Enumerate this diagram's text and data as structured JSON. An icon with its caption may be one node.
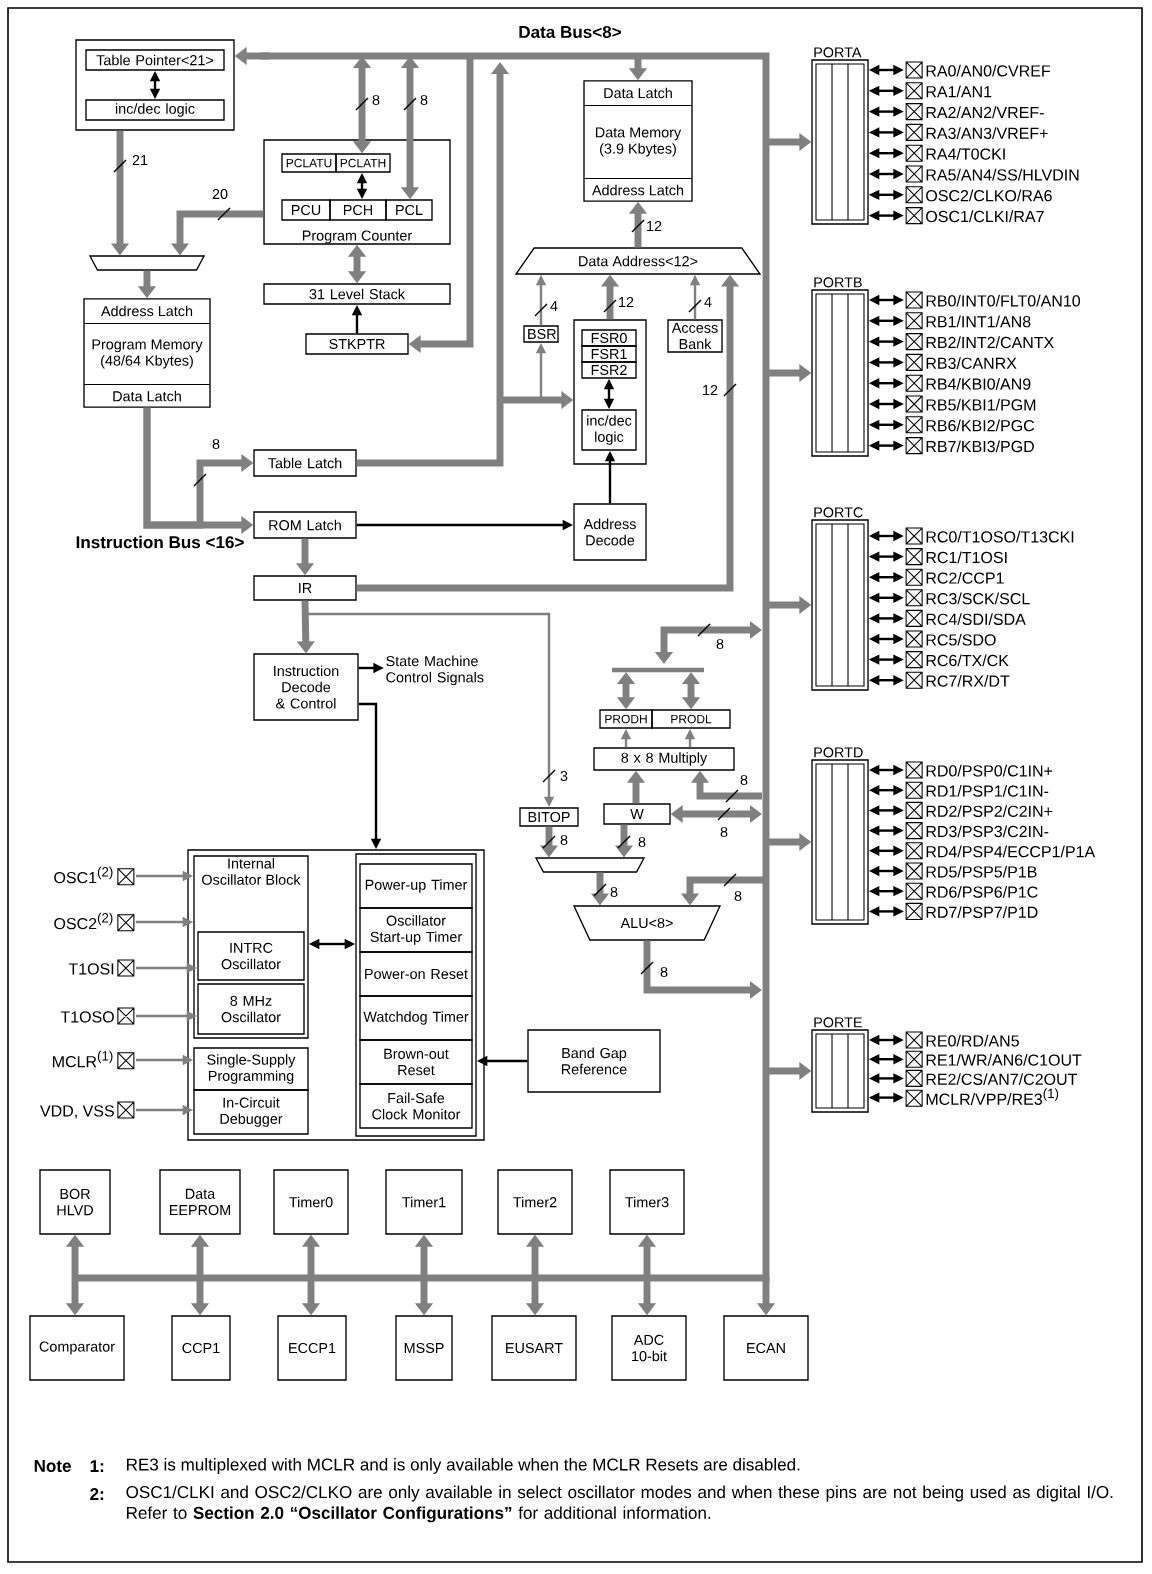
{
  "diagram": {
    "nodes": [
      {
        "text": [],
        "shape": "box"
      },
      {
        "text": [
          "Table Pointer<21>"
        ],
        "in": 0
      },
      {
        "text": [
          "inc/dec logic"
        ],
        "in": 0
      },
      {
        "text": [],
        "shape": "trapezoid"
      },
      {
        "text": [
          "Address Latch",
          "Program Memory (48/64 Kbytes)",
          "Data Latch"
        ]
      },
      {
        "text": [
          "Program Counter"
        ]
      },
      {
        "text": [
          "PCLATU"
        ],
        "in": 5
      },
      {
        "text": [
          "PCLATH"
        ],
        "in": 5
      },
      {
        "text": [
          "PCU"
        ],
        "in": 5
      },
      {
        "text": [
          "PCH"
        ],
        "in": 5
      },
      {
        "text": [
          "PCL"
        ],
        "in": 5
      },
      {
        "text": [
          "31 Level Stack"
        ]
      },
      {
        "text": [
          "STKPTR"
        ]
      },
      {
        "text": [
          "Data Latch",
          "Data Memory (3.9 Kbytes)",
          "Address Latch"
        ]
      },
      {
        "text": [
          "Data Address<12>"
        ]
      },
      {
        "text": [
          "BSR"
        ]
      },
      {
        "text": [],
        "shape": "box"
      },
      {
        "text": [
          "FSR0"
        ],
        "in": 16
      },
      {
        "text": [
          "FSR1"
        ],
        "in": 16
      },
      {
        "text": [
          "FSR2"
        ],
        "in": 16
      },
      {
        "text": [
          "inc/dec logic"
        ],
        "in": 16
      },
      {
        "text": [
          "Access Bank"
        ]
      },
      {
        "text": [
          "Table Latch"
        ]
      },
      {
        "text": [
          "ROM Latch"
        ]
      },
      {
        "text": [
          "Address Decode"
        ]
      },
      {
        "text": [
          "IR"
        ]
      },
      {
        "text": [
          "Instruction Decode & Control"
        ]
      },
      {
        "text": [
          "State Machine Control Signals"
        ]
      },
      {
        "text": [
          "PRODH"
        ]
      },
      {
        "text": [
          "PRODL"
        ]
      },
      {
        "text": [
          "8 x 8 Multiply"
        ]
      },
      {
        "text": [
          "BITOP"
        ]
      },
      {
        "text": [
          "W"
        ]
      },
      {
        "text": [],
        "shape": "trapezoid"
      },
      {
        "text": [
          "ALU<8>"
        ]
      },
      {
        "text": [],
        "shape": "box"
      },
      {
        "text": [
          "Internal Oscillator Block"
        ],
        "in": 35
      },
      {
        "text": [
          "INTRC Oscillator"
        ],
        "in": 36
      },
      {
        "text": [
          "8 MHz Oscillator"
        ],
        "in": 36
      },
      {
        "text": [
          "Single-Supply Programming"
        ],
        "in": 35
      },
      {
        "text": [
          "In-Circuit Debugger"
        ],
        "in": 35
      },
      {
        "text": [],
        "shape": "box",
        "in": 35
      },
      {
        "text": [
          "Power-up Timer"
        ],
        "in": 41
      },
      {
        "text": [
          "Oscillator Start-up Timer"
        ],
        "in": 41
      },
      {
        "text": [
          "Power-on Reset"
        ],
        "in": 41
      },
      {
        "text": [
          "Watchdog Timer"
        ],
        "in": 41
      },
      {
        "text": [
          "Brown-out Reset"
        ],
        "in": 41
      },
      {
        "text": [
          "Fail-Safe Clock Monitor"
        ],
        "in": 41
      },
      {
        "text": [
          "Band Gap Reference"
        ]
      },
      {
        "text": [
          "OSC1$^{(2)}$"
        ]
      },
      {
        "text": [
          "OSC2$^{(2)}$"
        ]
      },
      {
        "text": [
          "T1OSI"
        ]
      },
      {
        "text": [
          "T1OSO"
        ]
      },
      {
        "text": [
          "MCLR$^{(1)}$"
        ]
      },
      {
        "text": [
          "VDD, VSS"
        ]
      },
      {
        "text": [
          "BOR HLVD"
        ]
      },
      {
        "text": [
          "Data EEPROM"
        ]
      },
      {
        "text": [
          "Timer0"
        ]
      },
      {
        "text": [
          "Timer1"
        ]
      },
      {
        "text": [
          "Timer2"
        ]
      },
      {
        "text": [
          "Timer3"
        ]
      },
      {
        "text": [
          "Comparator"
        ]
      },
      {
        "text": [
          "CCP1"
        ]
      },
      {
        "text": [
          "ECCP1"
        ]
      },
      {
        "text": [
          "MSSP"
        ]
      },
      {
        "text": [
          "EUSART"
        ]
      },
      {
        "text": [
          "ADC 10-bit"
        ]
      },
      {
        "text": [
          "ECAN"
        ]
      },
      {
        "text": [
          "PORTA"
        ]
      },
      {
        "text": [
          "RA0/AN0/CVREF"
        ]
      },
      {
        "text": [
          "RA1/AN1"
        ]
      },
      {
        "text": [
          "RA2/AN2/VREF-"
        ]
      },
      {
        "text": [
          "RA3/AN3/VREF+"
        ]
      },
      {
        "text": [
          "RA4/T0CKI"
        ]
      },
      {
        "text": [
          "RA5/AN4/SS/HLVDIN"
        ]
      },
      {
        "text": [
          "OSC2/CLKO/RA6"
        ]
      },
      {
        "text": [
          "OSC1/CLKI/RA7"
        ]
      },
      {
        "text": [
          "PORTB"
        ]
      },
      {
        "text": [
          "RB0/INT0/FLT0/AN10"
        ]
      },
      {
        "text": [
          "RB1/INT1/AN8"
        ]
      },
      {
        "text": [
          "RB2/INT2/CANTX"
        ]
      },
      {
        "text": [
          "RB3/CANRX"
        ]
      },
      {
        "text": [
          "RB4/KBI0/AN9"
        ]
      },
      {
        "text": [
          "RB5/KBI1/PGM"
        ]
      },
      {
        "text": [
          "RB6/KBI2/PGC"
        ]
      },
      {
        "text": [
          "RB7/KBI3/PGD"
        ]
      },
      {
        "text": [
          "PORTC"
        ]
      },
      {
        "text": [
          "RC0/T1OSO/T13CKI"
        ]
      },
      {
        "text": [
          "RC1/T1OSI"
        ]
      },
      {
        "text": [
          "RC2/CCP1"
        ]
      },
      {
        "text": [
          "RC3/SCK/SCL"
        ]
      },
      {
        "text": [
          "RC4/SDI/SDA"
        ]
      },
      {
        "text": [
          "RC5/SDO"
        ]
      },
      {
        "text": [
          "RC6/TX/CK"
        ]
      },
      {
        "text": [
          "RC7/RX/DT"
        ]
      },
      {
        "text": [
          "PORTD"
        ]
      },
      {
        "text": [
          "RD0/PSP0/C1IN+"
        ]
      },
      {
        "text": [
          "RD1/PSP1/C1IN-"
        ]
      },
      {
        "text": [
          "RD2/PSP2/C2IN+"
        ]
      },
      {
        "text": [
          "RD3/PSP3/C2IN-"
        ]
      },
      {
        "text": [
          "RD4/PSP4/ECCP1/P1A"
        ]
      },
      {
        "text": [
          "RD5/PSP5/P1B"
        ]
      },
      {
        "text": [
          "RD6/PSP6/P1C"
        ]
      },
      {
        "text": [
          "RD7/PSP7/P1D"
        ]
      },
      {
        "text": [
          "PORTE"
        ]
      },
      {
        "text": [
          "RE0/RD/AN5"
        ]
      },
      {
        "text": [
          "RE1/WR/AN6/C1OUT"
        ]
      },
      {
        "text": [
          "RE2/CS/AN7/C2OUT"
        ]
      },
      {
        "text": [
          "MCLR/VPP/RE3$^{(1)}$"
        ]
      }
    ],
    "edges": [
      {
        "from": null,
        "to": 0,
        "arrow": "to",
        "style": "thick",
        "color": "#808080"
      },
      {
        "from": 0,
        "to": 3,
        "arrow": "to",
        "label": "21",
        "style": "thick",
        "color": "#808080"
      },
      {
        "from": 5,
        "to": 3,
        "arrow": "to",
        "label": "20",
        "style": "thick",
        "color": "#808080"
      },
      {
        "from": 3,
        "to": 4,
        "arrow": "to",
        "style": "thick",
        "color": "#808080"
      },
      {
        "from": 1,
        "to": 2,
        "arrow": "both",
        "color": "#000000"
      },
      {
        "from": null,
        "to": 7,
        "arrow": "both",
        "label": "8",
        "style": "thick",
        "color": "#808080"
      },
      {
        "from": null,
        "to": 10,
        "arrow": "both",
        "label": "8",
        "style": "thick",
        "color": "#808080"
      },
      {
        "from": 7,
        "to": 9,
        "arrow": "both",
        "color": "#000000"
      },
      {
        "from": 5,
        "to": 11,
        "arrow": "both",
        "style": "thick",
        "color": "#808080"
      },
      {
        "from": 12,
        "to": 11,
        "arrow": "to",
        "color": "#000000"
      },
      {
        "from": null,
        "to": 12,
        "arrow": "to",
        "style": "thick",
        "color": "#808080"
      },
      {
        "from": 22,
        "to": null,
        "arrow": "to",
        "style": "thick",
        "color": "#808080"
      },
      {
        "from": null,
        "to": 16,
        "arrow": "to",
        "style": "thick",
        "color": "#808080"
      },
      {
        "from": null,
        "to": 15,
        "arrow": "to",
        "color": "#808080"
      },
      {
        "from": 15,
        "to": 14,
        "arrow": "to",
        "label": "4",
        "color": "#808080"
      },
      {
        "from": 16,
        "to": 14,
        "arrow": "to",
        "label": "12",
        "style": "thick",
        "color": "#808080"
      },
      {
        "from": 21,
        "to": 14,
        "arrow": "to",
        "label": "4",
        "color": "#808080"
      },
      {
        "from": 19,
        "to": 20,
        "arrow": "both",
        "color": "#000000"
      },
      {
        "from": 24,
        "to": 20,
        "arrow": "to",
        "color": "#000000"
      },
      {
        "from": 23,
        "to": 24,
        "arrow": "to",
        "color": "#000000"
      },
      {
        "from": 14,
        "to": 13,
        "arrow": "to",
        "label": "12",
        "style": "thick",
        "color": "#808080"
      },
      {
        "from": null,
        "to": 13,
        "arrow": "to",
        "style": "thick",
        "color": "#808080"
      },
      {
        "from": 25,
        "to": 14,
        "arrow": "to",
        "label": "12",
        "style": "thick",
        "color": "#808080"
      },
      {
        "from": 4,
        "to": 23,
        "arrow": "to",
        "style": "thick",
        "color": "#808080"
      },
      {
        "from": 4,
        "to": 22,
        "arrow": "to",
        "label": "8",
        "style": "thick",
        "color": "#808080"
      },
      {
        "from": 23,
        "to": 25,
        "arrow": "to",
        "style": "thick",
        "color": "#808080"
      },
      {
        "from": 25,
        "to": 26,
        "arrow": "to",
        "style": "thick",
        "color": "#808080"
      },
      {
        "from": 26,
        "to": 27,
        "arrow": "to",
        "color": "#000000"
      },
      {
        "from": 26,
        "to": 35,
        "arrow": "to",
        "color": "#000000"
      },
      {
        "from": 25,
        "to": 31,
        "arrow": "to",
        "label": "3",
        "color": "#808080"
      },
      {
        "from": 31,
        "to": 33,
        "arrow": "to",
        "label": "8",
        "style": "thick",
        "color": "#808080"
      },
      {
        "from": 32,
        "to": 33,
        "arrow": "to",
        "label": "8",
        "style": "thick",
        "color": "#808080"
      },
      {
        "from": 33,
        "to": 34,
        "arrow": "to",
        "label": "8",
        "style": "thick",
        "color": "#808080"
      },
      {
        "from": null,
        "to": 34,
        "arrow": "to",
        "label": "8",
        "style": "thick",
        "color": "#808080"
      },
      {
        "from": 34,
        "to": null,
        "arrow": "to",
        "label": "8",
        "style": "thick",
        "color": "#808080"
      },
      {
        "from": 32,
        "to": null,
        "arrow": "both",
        "label": "8",
        "style": "thick",
        "color": "#808080"
      },
      {
        "from": null,
        "to": 30,
        "arrow": "to",
        "label": "8",
        "style": "thick",
        "color": "#808080"
      },
      {
        "from": 32,
        "to": 30,
        "arrow": "to",
        "style": "thick",
        "color": "#808080"
      },
      {
        "from": 30,
        "to": 28,
        "arrow": "to",
        "color": "#808080"
      },
      {
        "from": 30,
        "to": 29,
        "arrow": "to",
        "color": "#808080"
      },
      {
        "from": 28,
        "to": null,
        "arrow": "both",
        "style": "thick",
        "color": "#808080"
      },
      {
        "from": 29,
        "to": null,
        "arrow": "both",
        "style": "thick",
        "color": "#808080"
      },
      {
        "from": null,
        "to": 68,
        "arrow": "to",
        "style": "thick",
        "color": "#808080"
      },
      {
        "from": null,
        "to": 77,
        "arrow": "to",
        "style": "thick",
        "color": "#808080"
      },
      {
        "from": null,
        "to": 86,
        "arrow": "to",
        "style": "thick",
        "color": "#808080"
      },
      {
        "from": null,
        "to": 95,
        "arrow": "to",
        "style": "thick",
        "color": "#808080"
      },
      {
        "from": null,
        "to": 104,
        "arrow": "to",
        "style": "thick",
        "color": "#808080"
      },
      {
        "from": 68,
        "to": 69,
        "arrow": "both",
        "color": "#000000"
      },
      {
        "from": 68,
        "to": 70,
        "arrow": "both",
        "color": "#000000"
      },
      {
        "from": 68,
        "to": 71,
        "arrow": "both",
        "color": "#000000"
      },
      {
        "from": 68,
        "to": 72,
        "arrow": "both",
        "color": "#000000"
      },
      {
        "from": 68,
        "to": 73,
        "arrow": "both",
        "color": "#000000"
      },
      {
        "from": 68,
        "to": 74,
        "arrow": "both",
        "color": "#000000"
      },
      {
        "from": 68,
        "to": 75,
        "arrow": "both",
        "color": "#000000"
      },
      {
        "from": 68,
        "to": 76,
        "arrow": "both",
        "color": "#000000"
      },
      {
        "from": 77,
        "to": 78,
        "arrow": "both",
        "color": "#000000"
      },
      {
        "from": 77,
        "to": 79,
        "arrow": "both",
        "color": "#000000"
      },
      {
        "from": 77,
        "to": 80,
        "arrow": "both",
        "color": "#000000"
      },
      {
        "from": 77,
        "to": 81,
        "arrow": "both",
        "color": "#000000"
      },
      {
        "from": 77,
        "to": 82,
        "arrow": "both",
        "color": "#000000"
      },
      {
        "from": 77,
        "to": 83,
        "arrow": "both",
        "color": "#000000"
      },
      {
        "from": 77,
        "to": 84,
        "arrow": "both",
        "color": "#000000"
      },
      {
        "from": 77,
        "to": 85,
        "arrow": "both",
        "color": "#000000"
      },
      {
        "from": 86,
        "to": 87,
        "arrow": "both",
        "color": "#000000"
      },
      {
        "from": 86,
        "to": 88,
        "arrow": "both",
        "color": "#000000"
      },
      {
        "from": 86,
        "to": 89,
        "arrow": "both",
        "color": "#000000"
      },
      {
        "from": 86,
        "to": 90,
        "arrow": "both",
        "color": "#000000"
      },
      {
        "from": 86,
        "to": 91,
        "arrow": "both",
        "color": "#000000"
      },
      {
        "from": 86,
        "to": 92,
        "arrow": "both",
        "color": "#000000"
      },
      {
        "from": 86,
        "to": 93,
        "arrow": "both",
        "color": "#000000"
      },
      {
        "from": 86,
        "to": 94,
        "arrow": "both",
        "color": "#000000"
      },
      {
        "from": 95,
        "to": 96,
        "arrow": "both",
        "color": "#000000"
      },
      {
        "from": 95,
        "to": 97,
        "arrow": "both",
        "color": "#000000"
      },
      {
        "from": 95,
        "to": 98,
        "arrow": "both",
        "color": "#000000"
      },
      {
        "from": 95,
        "to": 99,
        "arrow": "both",
        "color": "#000000"
      },
      {
        "from": 95,
        "to": 100,
        "arrow": "both",
        "color": "#000000"
      },
      {
        "from": 95,
        "to": 101,
        "arrow": "both",
        "color": "#000000"
      },
      {
        "from": 95,
        "to": 102,
        "arrow": "both",
        "color": "#000000"
      },
      {
        "from": 95,
        "to": 103,
        "arrow": "both",
        "color": "#000000"
      },
      {
        "from": 104,
        "to": 105,
        "arrow": "both",
        "color": "#000000"
      },
      {
        "from": 104,
        "to": 106,
        "arrow": "both",
        "color": "#000000"
      },
      {
        "from": 104,
        "to": 107,
        "arrow": "both",
        "color": "#000000"
      },
      {
        "from": 104,
        "to": 108,
        "arrow": "both",
        "color": "#000000"
      },
      {
        "from": 49,
        "to": 36,
        "arrow": "to",
        "color": "#808080"
      },
      {
        "from": 50,
        "to": 36,
        "arrow": "to",
        "color": "#808080"
      },
      {
        "from": 51,
        "to": 37,
        "arrow": "to",
        "color": "#808080"
      },
      {
        "from": 52,
        "to": 38,
        "arrow": "to",
        "color": "#808080"
      },
      {
        "from": 53,
        "to": 39,
        "arrow": "to",
        "color": "#808080"
      },
      {
        "from": 54,
        "to": 40,
        "arrow": "to",
        "color": "#808080"
      },
      {
        "from": 36,
        "to": 41,
        "arrow": "both",
        "color": "#000000"
      },
      {
        "from": 48,
        "to": 41,
        "arrow": "to",
        "color": "#000000"
      },
      {
        "from": 55,
        "to": 61,
        "arrow": "both",
        "style": "thick",
        "color": "#808080"
      },
      {
        "from": 56,
        "to": 62,
        "arrow": "both",
        "style": "thick",
        "color": "#808080"
      },
      {
        "from": 57,
        "to": 63,
        "arrow": "both",
        "style": "thick",
        "color": "#808080"
      },
      {
        "from": 58,
        "to": 64,
        "arrow": "both",
        "style": "thick",
        "color": "#808080"
      },
      {
        "from": 59,
        "to": 65,
        "arrow": "both",
        "style": "thick",
        "color": "#808080"
      },
      {
        "from": 60,
        "to": 66,
        "arrow": "both",
        "style": "thick",
        "color": "#808080"
      },
      {
        "from": null,
        "to": 67,
        "arrow": "to",
        "style": "thick",
        "color": "#808080"
      }
    ],
    "labels": [
      "Data Bus<8>",
      "Instruction Bus <16>",
      "8",
      "Note",
      "1:",
      "RE3 is multiplexed with MCLR and is only available when the MCLR Resets are disabled.",
      "2:",
      "OSC1/CLKI and OSC2/CLKO are only available in select oscillator modes and when these pins are not being used as digital I/O. Refer to **Section 2.0 “Oscillator Configurations”** for additional information."
    ]
  }
}
